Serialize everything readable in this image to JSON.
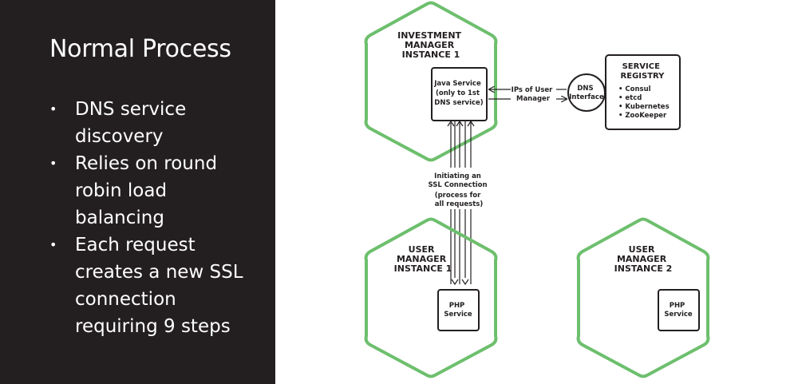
{
  "slide": {
    "title": "Normal Process",
    "bullets": [
      {
        "lines": [
          "DNS service",
          "discovery"
        ]
      },
      {
        "lines": [
          "Relies on round",
          "robin load",
          "balancing"
        ]
      },
      {
        "lines": [
          "Each request",
          "creates a new SSL",
          "connection",
          "requiring 9 steps"
        ]
      }
    ]
  },
  "diagram": {
    "colors": {
      "hexagon": "#6dbf6d",
      "ink": "#231f20"
    },
    "investment_manager": {
      "title_lines": [
        "INVESTMENT",
        "MANAGER",
        "INSTANCE 1"
      ],
      "service_lines": [
        "Java Service",
        "(only to 1st",
        "DNS service)"
      ]
    },
    "ips_label": [
      "IPs of User",
      "Manager"
    ],
    "dns": {
      "lines": [
        "DNS",
        "Interface"
      ]
    },
    "registry": {
      "title_lines": [
        "SERVICE",
        "REGISTRY"
      ],
      "items": [
        "• Consul",
        "• etcd",
        "• Kubernetes",
        "• ZooKeeper"
      ]
    },
    "ssl_label": [
      "Initiating an",
      "SSL Connection",
      "(process for",
      "all requests)"
    ],
    "user_manager_1": {
      "title_lines": [
        "USER",
        "MANAGER",
        "INSTANCE 1"
      ],
      "service_lines": [
        "PHP",
        "Service"
      ]
    },
    "user_manager_2": {
      "title_lines": [
        "USER",
        "MANAGER",
        "INSTANCE 2"
      ],
      "service_lines": [
        "PHP",
        "Service"
      ]
    }
  }
}
